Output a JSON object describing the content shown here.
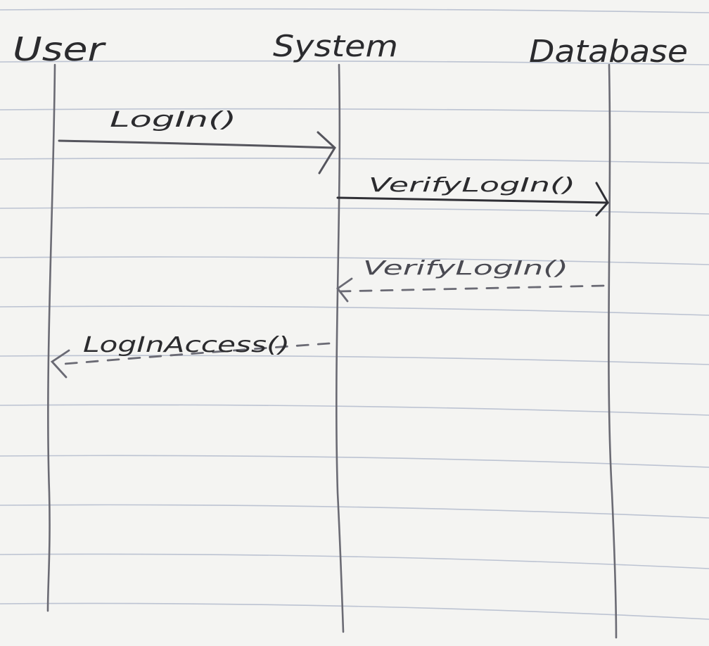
{
  "diagram": {
    "participants": [
      {
        "id": "user",
        "label": "User"
      },
      {
        "id": "system",
        "label": "System"
      },
      {
        "id": "database",
        "label": "Database"
      }
    ],
    "messages": [
      {
        "from": "user",
        "to": "system",
        "label": "LogIn()",
        "style": "solid"
      },
      {
        "from": "system",
        "to": "database",
        "label": "VerifyLogIn()",
        "style": "solid"
      },
      {
        "from": "database",
        "to": "system",
        "label": "VerifyLogIn()",
        "style": "dashed"
      },
      {
        "from": "system",
        "to": "user",
        "label": "LogInAccess()",
        "style": "dashed"
      }
    ]
  },
  "colors": {
    "paper": "#f4f4f2",
    "ruled_line": "#bcc3d2",
    "pencil": "#6b6b74",
    "ink": "#2b2b2e"
  }
}
